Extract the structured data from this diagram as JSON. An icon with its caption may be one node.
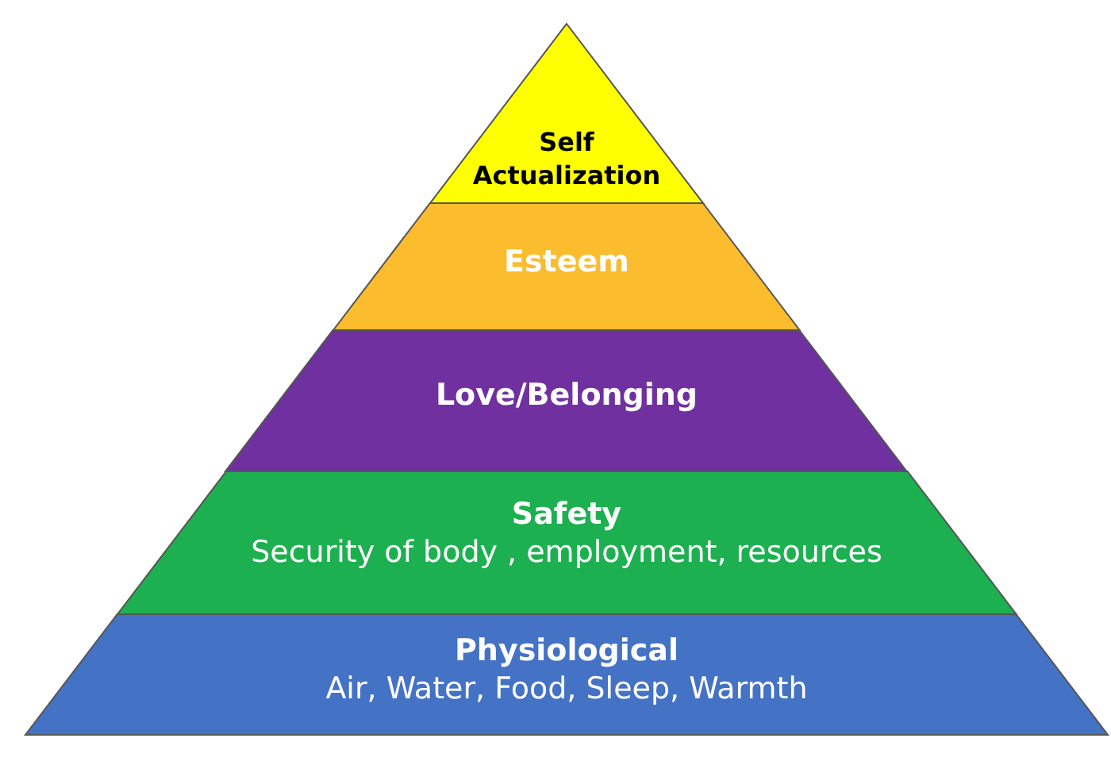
{
  "diagram": {
    "nodes": [
      {
        "text": [
          "Self Actualization"
        ]
      },
      {
        "text": [
          "Esteem"
        ]
      },
      {
        "text": [
          "Love/Belonging"
        ]
      },
      {
        "text": [
          "Safety",
          "Security of body , employment, resources"
        ]
      },
      {
        "text": [
          "Physiological",
          "Air, Water, Food, Sleep, Warmth"
        ]
      }
    ],
    "edges": []
  }
}
